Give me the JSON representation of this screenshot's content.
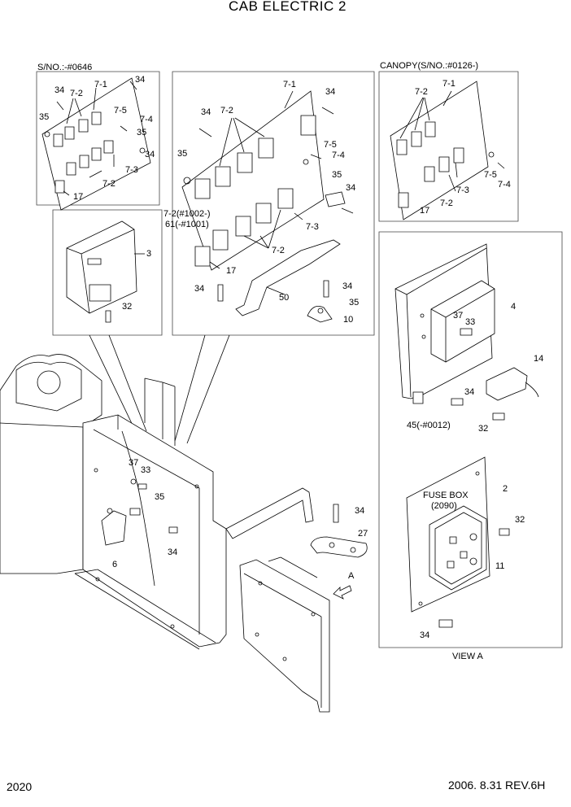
{
  "title": "CAB ELECTRIC 2",
  "page_number": "2020",
  "revision": "2006. 8.31  REV.6H",
  "inset_top_left": {
    "serial_label": "S/NO.:-#0646",
    "labels": [
      "34",
      "7-2",
      "7-1",
      "34",
      "35",
      "7-5",
      "7-4",
      "35",
      "34",
      "7-3",
      "7-2",
      "17"
    ]
  },
  "inset_top_center": {
    "labels": [
      "7-1",
      "34",
      "34",
      "7-2",
      "35",
      "7-5",
      "7-4",
      "35",
      "34",
      "7-2(#1002-)",
      "61(-#1001)",
      "7-3",
      "7-2",
      "17",
      "34",
      "50",
      "34",
      "35",
      "10"
    ]
  },
  "inset_top_right": {
    "canopy_label": "CANOPY(S/NO.:#0126-)",
    "labels": [
      "7-1",
      "7-2",
      "7-5",
      "7-4",
      "7-3",
      "7-2",
      "17"
    ]
  },
  "inset_controller": {
    "labels": [
      "3",
      "32"
    ]
  },
  "main_view": {
    "labels": [
      "37",
      "33",
      "35",
      "6",
      "34",
      "34",
      "27",
      "A"
    ]
  },
  "view_a": {
    "caption": "VIEW A",
    "fuse_box_label": "FUSE BOX",
    "fuse_box_code": "(2090)",
    "labels": [
      "4",
      "37",
      "33",
      "14",
      "34",
      "45(-#0012)",
      "32",
      "2",
      "32",
      "11",
      "34"
    ]
  }
}
